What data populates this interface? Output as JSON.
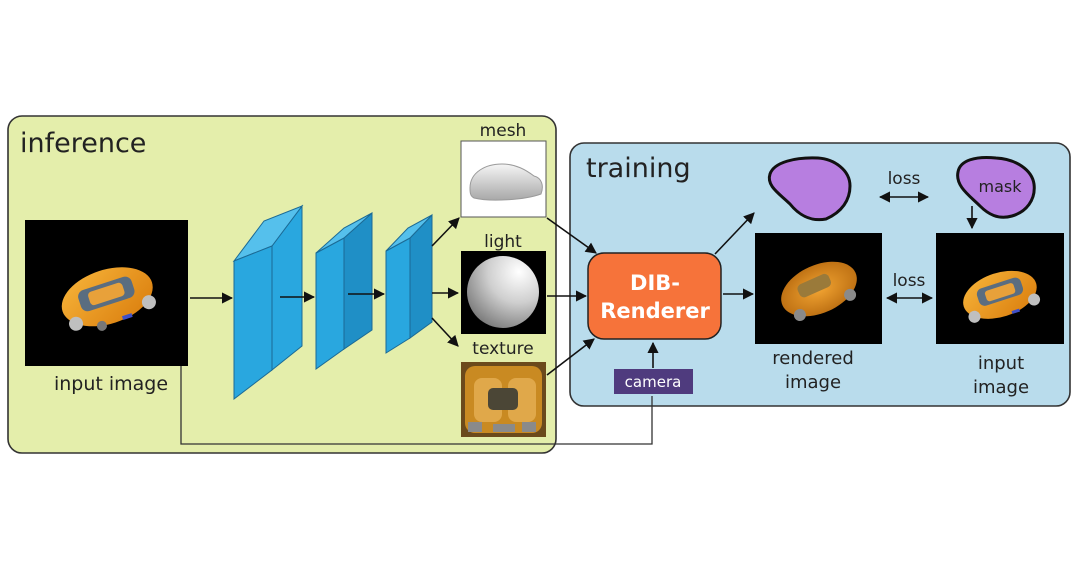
{
  "inference_panel": {
    "title": "inference",
    "background": "#e4eeab",
    "border": "#333333"
  },
  "training_panel": {
    "title": "training",
    "background": "#b9dcec",
    "border": "#333333"
  },
  "labels": {
    "input_image": "input image",
    "mesh": "mesh",
    "light": "light",
    "texture": "texture",
    "renderer_line1": "DIB-",
    "renderer_line2": "Renderer",
    "camera": "camera",
    "rendered_image_line1": "rendered",
    "rendered_image_line2": "image",
    "target_image_line1": "input",
    "target_image_line2": "image",
    "loss_mask": "loss",
    "loss_image": "loss",
    "mask": "mask"
  },
  "colors": {
    "encoder_block": "#29a7df",
    "encoder_block_side": "#1d7fb0",
    "renderer_fill": "#f6733a",
    "camera_fill": "#4f3b7e",
    "silhouette_fill": "#b77ee0",
    "car_body": "#f29b1c",
    "image_background": "#000000"
  },
  "icons": {
    "car": "car-icon",
    "mesh": "car-mesh-icon",
    "light": "sphere-icon",
    "texture": "texture-map-icon",
    "silhouette": "silhouette-blob-icon"
  }
}
